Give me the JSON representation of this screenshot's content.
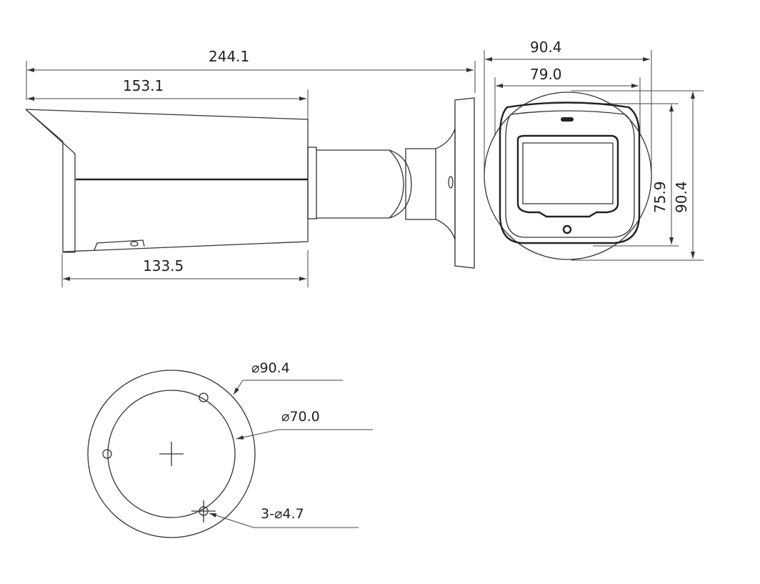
{
  "side_view": {
    "overall_length": "244.1",
    "housing_length": "153.1",
    "bottom_length": "133.5"
  },
  "front_view": {
    "overall_width": "90.4",
    "housing_width": "79.0",
    "housing_height": "75.9",
    "overall_height": "90.4"
  },
  "mount_base": {
    "outer_diameter": "⌀90.4",
    "bolt_circle_diameter": "⌀70.0",
    "holes": "3-⌀4.7"
  }
}
